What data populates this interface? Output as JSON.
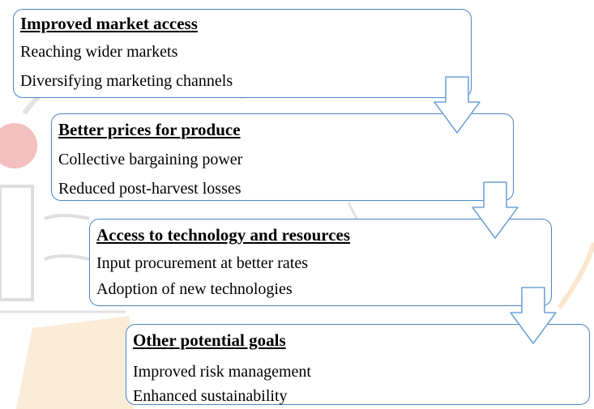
{
  "colors": {
    "box_border": "#4a86c8",
    "arrow_stroke": "#6fa3d6",
    "watermark_red": "#e98b8b",
    "watermark_orange": "#f4c890",
    "watermark_blue": "#9cc0e4",
    "watermark_gray": "#d6d6d6"
  },
  "steps": [
    {
      "title": "Improved market access",
      "items": [
        "Reaching wider markets",
        "Diversifying  marketing channels"
      ]
    },
    {
      "title": "Better prices for produce",
      "items": [
        "Collective bargaining power",
        "Reduced post-harvest losses"
      ]
    },
    {
      "title": "Access to technology and resources",
      "items": [
        "Input procurement at better rates",
        "Adoption of new technologies"
      ]
    },
    {
      "title": "Other potential goals",
      "items": [
        "Improved risk management",
        "Enhanced sustainability"
      ]
    }
  ]
}
